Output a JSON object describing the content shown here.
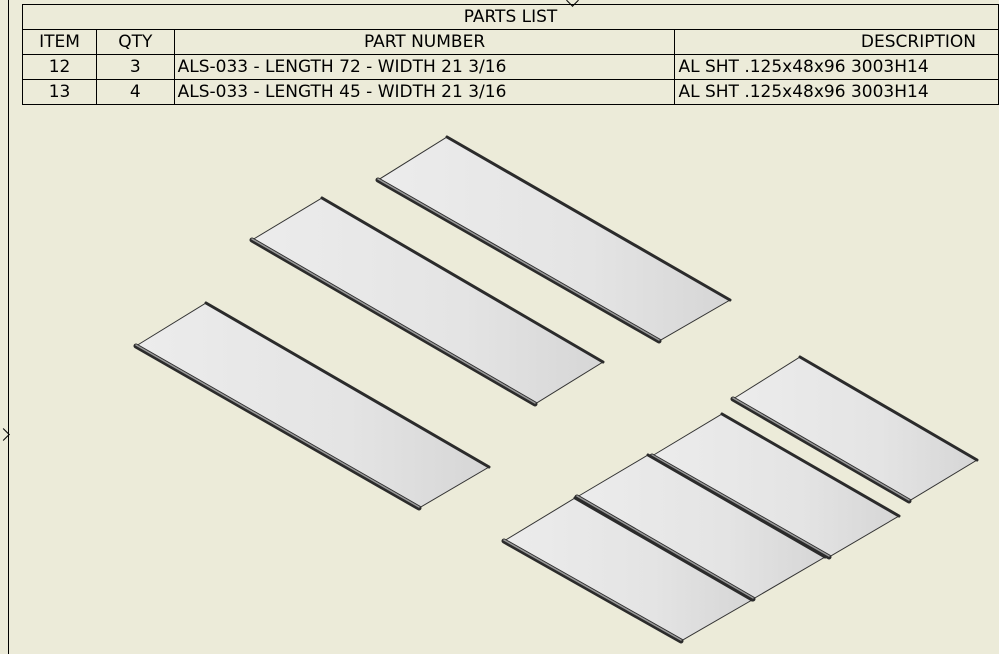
{
  "parts_list": {
    "title": "PARTS LIST",
    "headers": {
      "item": "ITEM",
      "qty": "QTY",
      "part_number": "PART NUMBER",
      "description": "DESCRIPTION"
    },
    "rows": [
      {
        "item": "12",
        "qty": "3",
        "part_number": "ALS-033 - LENGTH 72 - WIDTH 21 3/16",
        "description": "AL SHT .125x48x96 3003H14"
      },
      {
        "item": "13",
        "qty": "4",
        "part_number": "ALS-033 - LENGTH 45 - WIDTH 21 3/16",
        "description": "AL SHT .125x48x96 3003H14"
      }
    ]
  },
  "colors": {
    "sheet_background": "#ecebd9",
    "panel_fill": "#e2e2e2",
    "panel_edge": "#333333"
  }
}
